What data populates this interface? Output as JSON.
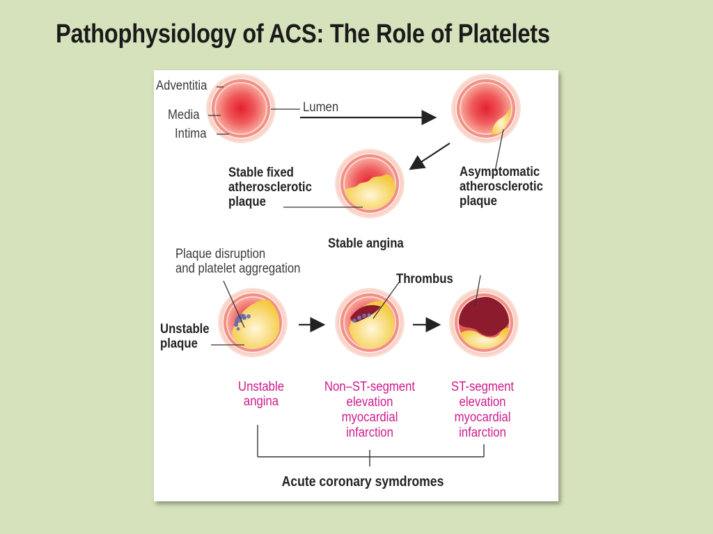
{
  "slide": {
    "title": "Pathophysiology of ACS: The Role of Platelets"
  },
  "labels": {
    "adventitia": "Adventitia",
    "media": "Media",
    "intima": "Intima",
    "lumen": "Lumen",
    "stable_fixed_plaque": [
      "Stable fixed",
      "atherosclerotic",
      "plaque"
    ],
    "asymptomatic_plaque": [
      "Asymptomatic",
      "atherosclerotic",
      "plaque"
    ],
    "stable_angina": "Stable angina",
    "plaque_disruption": [
      "Plaque disruption",
      "and platelet aggregation"
    ],
    "thrombus": "Thrombus",
    "unstable_plaque": [
      "Unstable",
      "plaque"
    ]
  },
  "outcomes": {
    "unstable_angina": [
      "Unstable",
      "angina"
    ],
    "nstemi": [
      "Non–ST-segment",
      "elevation",
      "myocardial",
      "infarction"
    ],
    "stemi": [
      "ST-segment",
      "elevation",
      "myocardial",
      "infarction"
    ],
    "acs": "Acute coronary symdromes"
  },
  "colors": {
    "background": "#d6e2bc",
    "outcome_text": "#cc1a8a",
    "vessel_wall": "#f4b6a6",
    "lumen": "#e8303a",
    "plaque": "#f6d24a",
    "thrombus": "#8c1b2e",
    "platelets": "#6f6aa6"
  }
}
